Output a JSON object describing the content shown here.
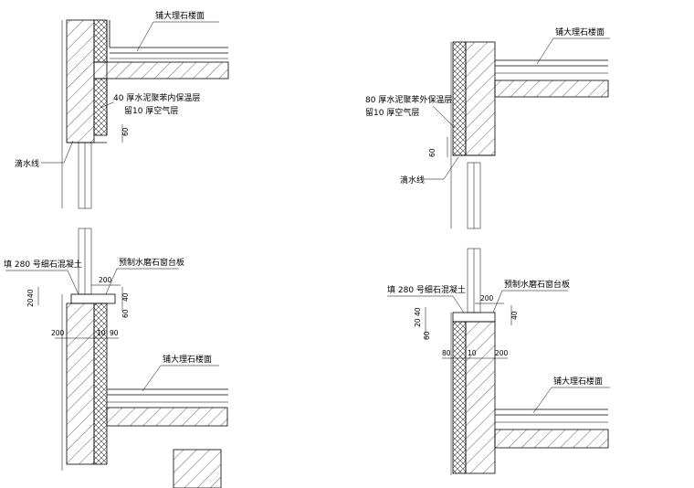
{
  "drawing": {
    "colors": {
      "line": "#000000",
      "background": "#ffffff"
    },
    "details": [
      {
        "id": "top-left",
        "floor_label": "铺大理石楼面",
        "insulation_label": "40 厚水泥聚苯内保温层",
        "air_gap_label": "留10 厚空气层",
        "drip_label": "滴水线",
        "dim_60": "60"
      },
      {
        "id": "top-right",
        "floor_label": "铺大理石楼面",
        "insulation_label": "80 厚水泥聚苯外保温层",
        "air_gap_label": "留10 厚空气层",
        "drip_label": "滴水线",
        "dim_60": "60"
      },
      {
        "id": "bottom-left",
        "fill_label": "填 280 号细石混凝土",
        "sill_label": "预制水磨石窗台板",
        "floor_label": "铺大理石楼面",
        "dim_200_top": "200",
        "dim_40": "40",
        "dim_20": "20",
        "dim_60": "60",
        "dim_200_left": "200",
        "dim_10": "10",
        "dim_90": "90"
      },
      {
        "id": "bottom-right",
        "fill_label": "填 280 号细石混凝土",
        "sill_label": "预制水磨石窗台板",
        "floor_label": "铺大理石楼面",
        "dim_200_top": "200",
        "dim_40": "40",
        "dim_20": "20",
        "dim_60": "60",
        "dim_80": "80",
        "dim_10": "10",
        "dim_200_right": "200"
      }
    ]
  }
}
